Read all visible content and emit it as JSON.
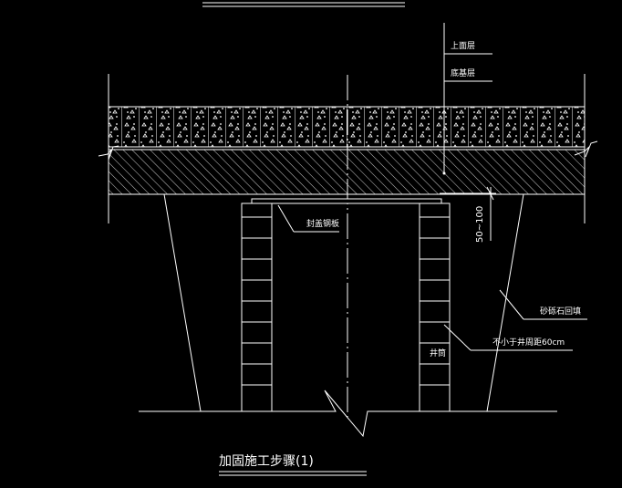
{
  "labels": {
    "surface_layer": "上面层",
    "base_layer": "底基层",
    "cover_plate": "封盖钢板",
    "dimension": "50~100",
    "backfill": "砂砾石回填",
    "brick_spacing": "不小于井周距60cm",
    "well_wall": "井筒",
    "caption": "加固施工步骤(1)"
  }
}
